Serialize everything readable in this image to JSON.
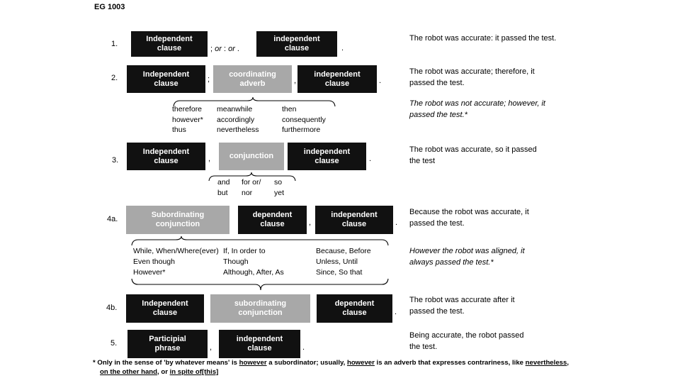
{
  "title": "EG 1003",
  "colors": {
    "box_black": "#111111",
    "box_gray": "#a8a8a8",
    "background": "#ffffff",
    "text": "#000000"
  },
  "rows": {
    "r1": {
      "num": "1.",
      "box1": {
        "l1": "Independent",
        "l2": "clause"
      },
      "mid": [
        {
          "t": "; "
        },
        {
          "t": "or",
          "i": true
        },
        {
          "t": " : "
        },
        {
          "t": "or",
          "i": true
        },
        {
          "t": " ."
        }
      ],
      "box2": {
        "l1": "independent",
        "l2": "clause"
      },
      "end": "."
    },
    "r2": {
      "num": "2.",
      "box1": {
        "l1": "Independent",
        "l2": "clause"
      },
      "p1": ";",
      "gray": {
        "l1": "coordinating",
        "l2": "adverb"
      },
      "p2": ",",
      "box2": {
        "l1": "independent",
        "l2": "clause"
      },
      "end": "."
    },
    "r3": {
      "num": "3.",
      "box1": {
        "l1": "Independent",
        "l2": "clause"
      },
      "p1": ",",
      "gray": {
        "l1": "conjunction"
      },
      "box2": {
        "l1": "independent",
        "l2": "clause"
      },
      "end": "."
    },
    "r4a": {
      "num": "4a.",
      "gray": {
        "l1": "Subordinating",
        "l2": "conjunction"
      },
      "box1": {
        "l1": "dependent",
        "l2": "clause"
      },
      "p1": ",",
      "box2": {
        "l1": "independent",
        "l2": "clause"
      },
      "end": "."
    },
    "r4b": {
      "num": "4b.",
      "box1": {
        "l1": "Independent",
        "l2": "clause"
      },
      "gray": {
        "l1": "subordinating",
        "l2": "conjunction"
      },
      "box2": {
        "l1": "dependent",
        "l2": "clause"
      },
      "end": "."
    },
    "r5": {
      "num": "5.",
      "box1": {
        "l1": "Participial",
        "l2": "phrase"
      },
      "p1": ",",
      "box2": {
        "l1": "independent",
        "l2": "clause"
      },
      "end": "."
    }
  },
  "word_groups": {
    "g2": {
      "c1": [
        "therefore",
        "however*",
        "thus"
      ],
      "c2": [
        "meanwhile",
        "accordingly",
        "nevertheless"
      ],
      "c3": [
        "then",
        "consequently",
        "furthermore"
      ]
    },
    "g3": {
      "c1": [
        "and",
        "but"
      ],
      "c2": [
        "for or/",
        "nor"
      ],
      "c3": [
        "so",
        "yet"
      ]
    },
    "g4a": {
      "c1": [
        "While, When/Where(ever)",
        "Even though",
        "However*"
      ],
      "c2": [
        "If, In order to",
        "Though",
        "Although, After, As"
      ],
      "c3": [
        "Because, Before",
        "Unless, Until",
        "Since, So that"
      ]
    }
  },
  "sentences": {
    "s1": [
      "The robot was accurate: it passed the test."
    ],
    "s2": [
      "The robot was accurate; therefore, it",
      "passed the test."
    ],
    "s3": [
      "The robot was not accurate; however, it",
      "passed the test.*"
    ],
    "s4": [
      "The robot was accurate, so it passed",
      "the test"
    ],
    "s5": [
      "Because the robot was accurate, it",
      "passed the test."
    ],
    "s6": [
      "However the robot was aligned, it",
      "always passed the test.*"
    ],
    "s7": [
      "The robot was accurate after it",
      "passed the test."
    ],
    "s8": [
      "Being accurate, the robot passed",
      "the test."
    ]
  },
  "footnote": {
    "line1": [
      {
        "t": "* Only in the sense of 'by whatever means' is "
      },
      {
        "t": "however",
        "u": true
      },
      {
        "t": " a subordinator; usually, "
      },
      {
        "t": "however",
        "u": true
      },
      {
        "t": " is an adverb that expresses contrariness, like "
      },
      {
        "t": "nevertheless",
        "u": true
      },
      {
        "t": ","
      }
    ],
    "line2": [
      {
        "t": "on the other hand",
        "u": true
      },
      {
        "t": ", or "
      },
      {
        "t": "in spite of[this]",
        "u": true
      }
    ]
  }
}
